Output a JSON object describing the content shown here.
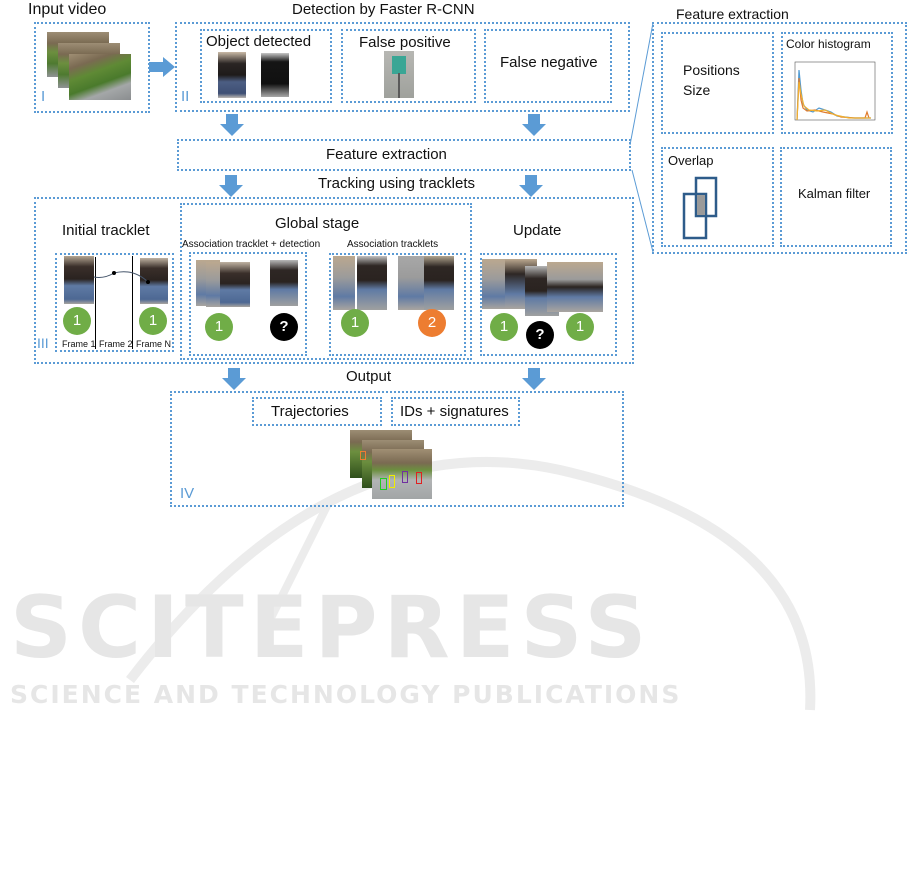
{
  "figure": {
    "stage_I": {
      "title": "Input video",
      "roman": "I"
    },
    "stage_II": {
      "title": "Detection by Faster R-CNN",
      "roman": "II",
      "boxes": [
        {
          "label": "Object detected"
        },
        {
          "label": "False positive"
        },
        {
          "label": "False negative"
        }
      ]
    },
    "feature_bar": {
      "label": "Feature extraction"
    },
    "tracking_title": "Tracking using tracklets",
    "stage_III": {
      "roman": "III",
      "initial": {
        "title": "Initial tracklet",
        "frames": [
          "Frame 1",
          "Frame 2",
          "Frame N"
        ],
        "ids": [
          "1",
          "1"
        ]
      },
      "global": {
        "title": "Global stage",
        "sub1": {
          "label": "Association tracklet + detection",
          "ids": [
            "1",
            "?"
          ]
        },
        "sub2": {
          "label": "Association tracklets",
          "ids": [
            "1",
            "2"
          ]
        }
      },
      "update": {
        "title": "Update",
        "ids": [
          "1",
          "?",
          "1"
        ]
      }
    },
    "output_title": "Output",
    "stage_IV": {
      "roman": "IV",
      "boxes": [
        {
          "label": "Trajectories"
        },
        {
          "label": "IDs + signatures"
        }
      ]
    },
    "feature_panel": {
      "title": "Feature extraction",
      "cells": [
        {
          "label": "Positions",
          "label2": "Size"
        },
        {
          "label": "Color histogram"
        },
        {
          "label": "Overlap"
        },
        {
          "label": "Kalman filter"
        }
      ]
    },
    "colors": {
      "accent_blue": "#5b9bd5",
      "id_green": "#70ad47",
      "id_orange": "#ed7d31",
      "id_unknown": "#000000"
    }
  },
  "watermark": {
    "line1": "SCITEPRESS",
    "line2": "SCIENCE AND TECHNOLOGY PUBLICATIONS"
  }
}
